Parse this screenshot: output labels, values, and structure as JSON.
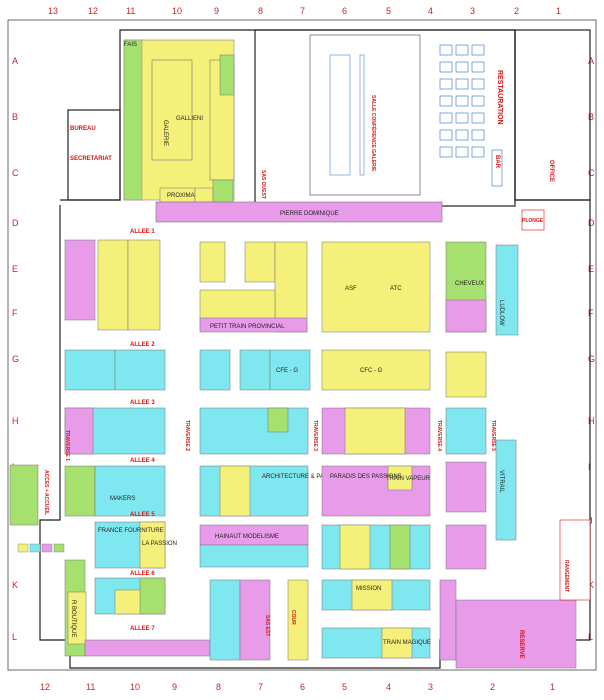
{
  "grid": {
    "columns_top": [
      "13",
      "12",
      "11",
      "10",
      "9",
      "8",
      "7",
      "6",
      "5",
      "4",
      "3",
      "2",
      "1"
    ],
    "columns_bottom": [
      "12",
      "11",
      "10",
      "9",
      "8",
      "7",
      "6",
      "5",
      "4",
      "3",
      "2",
      "1"
    ],
    "rows_left": [
      "A",
      "B",
      "C",
      "D",
      "E",
      "F",
      "G",
      "H",
      "I",
      "J",
      "K",
      "L"
    ],
    "rows_right": [
      "A",
      "B",
      "C",
      "D",
      "E",
      "F",
      "G",
      "H",
      "I",
      "J",
      "K",
      "L"
    ]
  },
  "rooms": {
    "restauration": "RESTAURATION",
    "salle_conferences": "SALLE CONFÉRENCE GALERIE",
    "bar": "BAR",
    "pierre_dominique": "PIERRE DOMINIQUE",
    "petit_train": "PETIT TRAIN PROVINCIAL",
    "hainaut": "HAINAUT MODELISME",
    "reserve": "RESERVE",
    "rangement": "RANGEMENT",
    "plonge": "PLONGE",
    "office": "OFFICE",
    "bureau": "BUREAU",
    "secretariat": "SECRETARIAT",
    "fais": "FAIS",
    "galerie": "GALERIE",
    "sas_ouest": "SAS OUEST",
    "sas_est": "SAS EST",
    "cour": "COUR",
    "accueil": "ACCES + ACCUEIL"
  },
  "aisles": [
    "ALLEE 1",
    "ALLEE 2",
    "ALLEE 3",
    "ALLEE 4",
    "ALLEE 5",
    "ALLEE 6",
    "ALLEE 7",
    "TRAVERSE 1",
    "TRAVERSE 2",
    "TRAVERSE 3",
    "TRAVERSE 4",
    "TRAVERSE 5"
  ],
  "booths": {
    "asf": "ASF",
    "atc": "ATC",
    "cfc": "CFC - G",
    "cfe": "CFE - G",
    "makers": "MAKERS",
    "france_fourniture": "FRANCE FOURNITURE",
    "la_passion": "LA PASSION",
    "architecture": "ARCHITECTURE & PASSION",
    "passion_ferro": "PARADIS DES PASSIONS",
    "train_vapeur": "TRAIN VAPEUR",
    "mission": "MISSION",
    "vitrail": "VITRAIL",
    "ludlow": "LUDLOW",
    "cheveux": "CHEVEUX",
    "train_magique": "TRAIN MAGIQUE",
    "r_boutique": "R BOUTIQUE",
    "gallieni": "GALLIENI",
    "proxima": "PROXIMA"
  },
  "colors": {
    "yellow": "#f4f07a",
    "cyan": "#7ee7ef",
    "magenta": "#e79be9",
    "green": "#a6e06e",
    "gray": "#cfcfcf",
    "red_text": "#d11111",
    "wall": "#222222"
  }
}
